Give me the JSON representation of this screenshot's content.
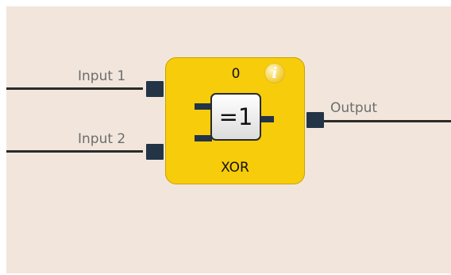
{
  "canvas": {
    "background": "#f2e6dc"
  },
  "block": {
    "type_label": "XOR",
    "symbol": "=1",
    "counter": "0",
    "info_symbol": "i",
    "color": "#f7cc0b",
    "pin_color": "#233447"
  },
  "inputs": [
    {
      "label": "Input 1"
    },
    {
      "label": "Input 2"
    }
  ],
  "outputs": [
    {
      "label": "Output"
    }
  ]
}
